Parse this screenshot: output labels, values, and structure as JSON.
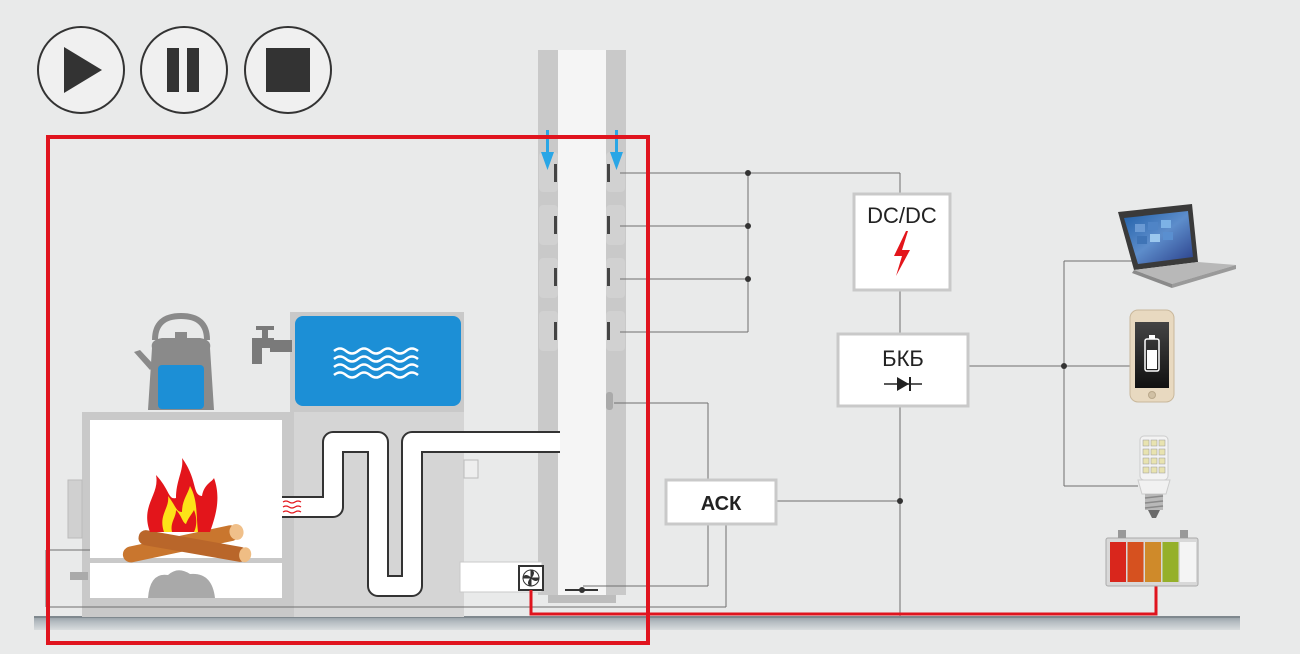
{
  "controls": {
    "play": "play-icon",
    "pause": "pause-icon",
    "stop": "stop-icon"
  },
  "labels": {
    "dcdc": "DC/DC",
    "bkb": "БКБ",
    "ask": "АСК"
  },
  "battery_segments": [
    "#d9261c",
    "#d6511f",
    "#cf8a2a",
    "#95b02a",
    "#f4f4f4"
  ],
  "colors": {
    "highlight": "#e0141e",
    "water": "#1c8fd6",
    "arrow": "#29a6e6",
    "flame_red": "#e3151b",
    "flame_yellow": "#fde318",
    "wire": "#6f6f6f",
    "cable_red": "#e0141e"
  },
  "icons": [
    "kettle-icon",
    "faucet-icon",
    "fire-icon",
    "fan-icon",
    "laptop-icon",
    "phone-icon",
    "led-bulb-icon",
    "battery-icon",
    "lightning-icon",
    "diode-icon"
  ]
}
